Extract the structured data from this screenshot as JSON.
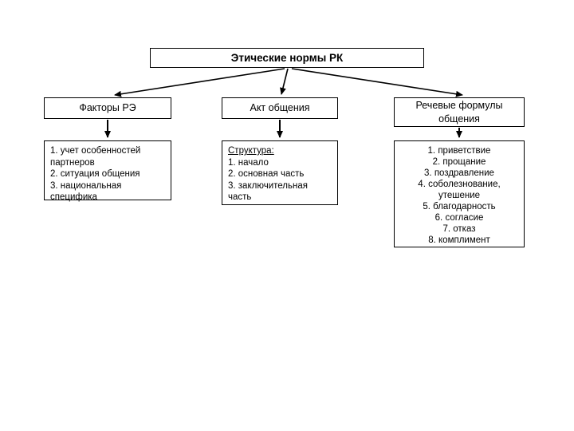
{
  "diagram": {
    "title": "Этические нормы РК",
    "columns": [
      {
        "label": "Факторы РЭ",
        "content_lines": [
          "1. учет особенностей",
          "партнеров",
          "2. ситуация общения",
          "3. национальная",
          "специфика"
        ]
      },
      {
        "label": "Акт общения",
        "content_heading": "Структура:",
        "content_lines": [
          "1. начало",
          "2. основная часть",
          "3. заключительная",
          "часть"
        ]
      },
      {
        "label_lines": [
          "Речевые формулы",
          "общения"
        ],
        "content_lines": [
          "1. приветствие",
          "2. прощание",
          "3. поздравление",
          "4. соболезнование,",
          "утешение",
          "5. благодарность",
          "6. согласие",
          "7. отказ",
          "8. комплимент"
        ]
      }
    ],
    "colors": {
      "background": "#ffffff",
      "line": "#000000",
      "text": "#000000"
    }
  }
}
